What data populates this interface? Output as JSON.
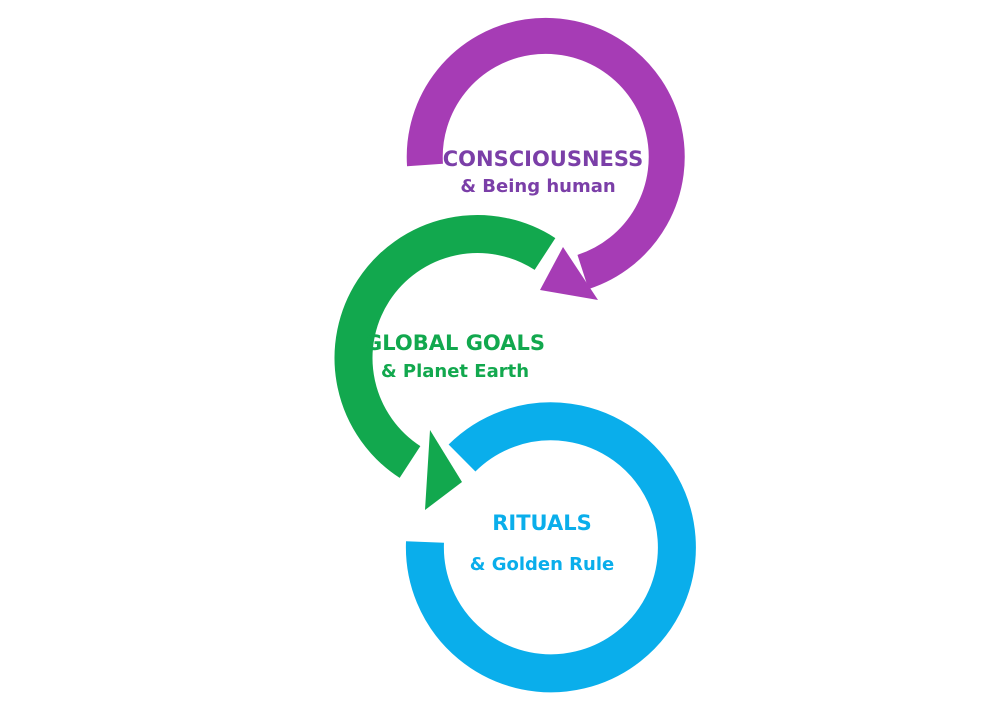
{
  "colors": {
    "purple": "#A63CB5",
    "purple_text": "#7B3FA8",
    "green": "#12A84E",
    "blue": "#0AAEEB",
    "background": "#FFFFFF"
  },
  "stages": [
    {
      "title": "CONSCIOUSNESS",
      "subtitle": "& Being human"
    },
    {
      "title": "GLOBAL GOALS",
      "subtitle": "& Planet Earth"
    },
    {
      "title": "RITUALS",
      "subtitle": "& Golden Rule"
    }
  ]
}
